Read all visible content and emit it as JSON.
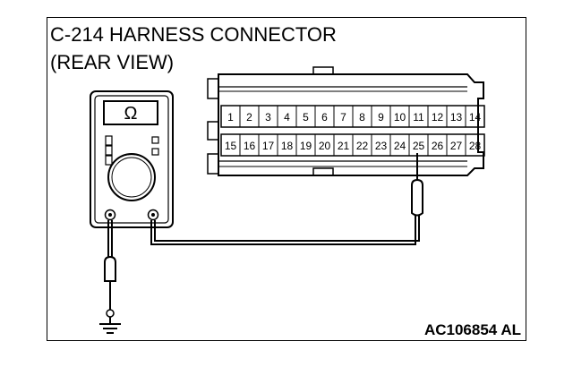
{
  "title_line1": "C-214 HARNESS CONNECTOR",
  "title_line2": "(REAR VIEW)",
  "figure_code": "AC106854 AL",
  "meter_symbol": "Ω",
  "connector": {
    "top_pins": [
      "1",
      "2",
      "3",
      "4",
      "5",
      "6",
      "7",
      "8",
      "9",
      "10",
      "11",
      "12",
      "13",
      "14"
    ],
    "bottom_pins": [
      "15",
      "16",
      "17",
      "18",
      "19",
      "20",
      "21",
      "22",
      "23",
      "24",
      "25",
      "26",
      "27",
      "28"
    ],
    "probe_pin": "25"
  },
  "icons": [
    "ohmmeter-icon",
    "ground-icon",
    "probe-icon"
  ],
  "colors": {
    "line": "#000000",
    "background": "#ffffff"
  }
}
